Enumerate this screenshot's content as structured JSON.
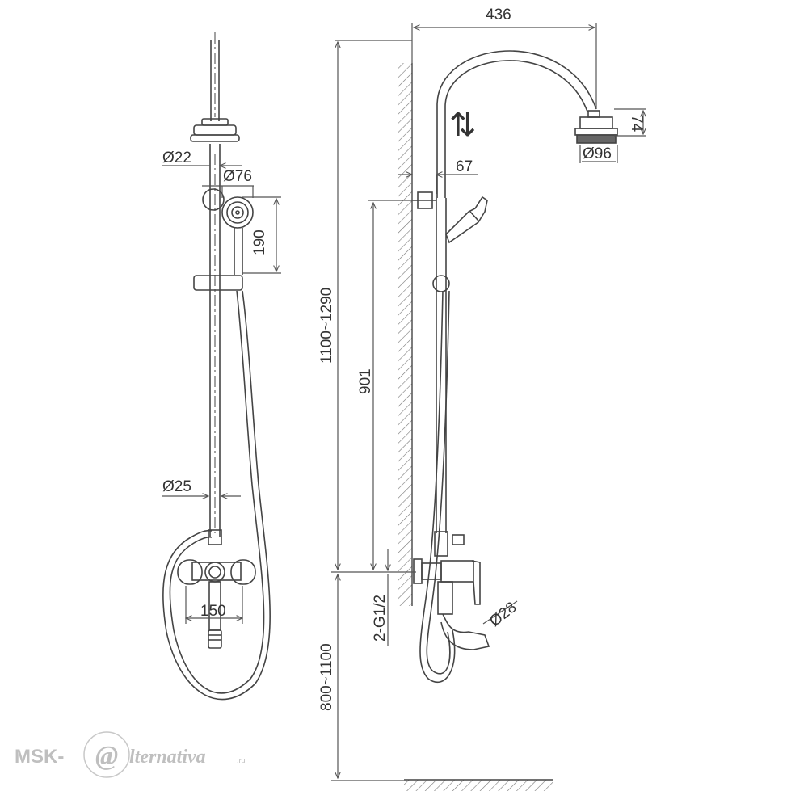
{
  "colors": {
    "line": "#444444",
    "dim": "#555555",
    "hatch": "#777777",
    "watermark": "#bfbfbf"
  },
  "front_view": {
    "dims": {
      "head_pipe_dia": "Ø22",
      "hand_shower_dia": "Ø76",
      "hand_shower_height": "190",
      "rail_dia": "Ø25",
      "center_distance": "150"
    }
  },
  "side_view": {
    "dims": {
      "arm_reach": "436",
      "head_height": "74",
      "head_dia": "Ø96",
      "wall_offset": "67",
      "total_height": "1100~1290",
      "rail_length": "901",
      "connection": "2-G1/2",
      "spout_dia": "Ø28",
      "mount_height": "800~1100"
    },
    "flow_arrows": "⇅"
  },
  "watermark": {
    "brand_left": "MSK-",
    "brand_at": "@",
    "brand_right": "lternativa",
    "domain_suffix": ".ru"
  }
}
